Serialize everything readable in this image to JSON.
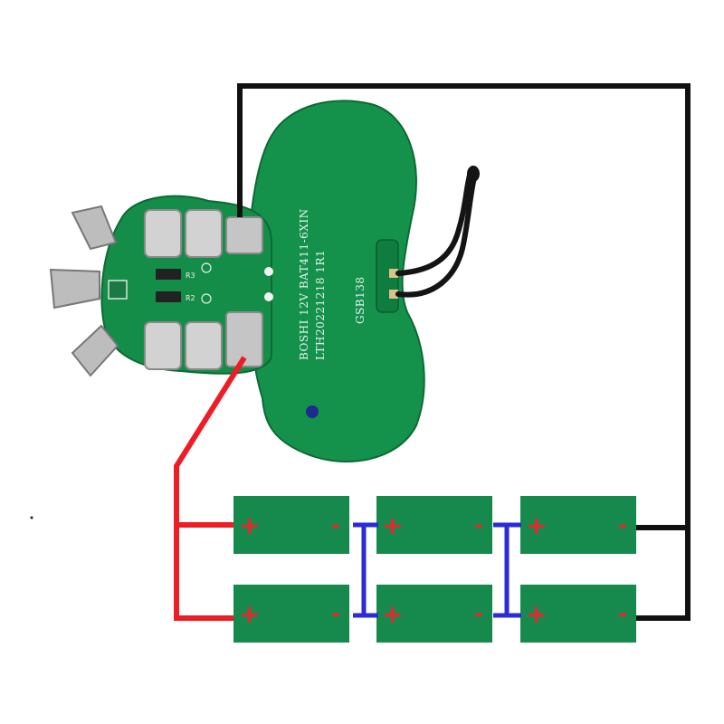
{
  "board": {
    "brand_model": "BOSHI 12V BAT411-6XIN",
    "serial": "LTH20221218 1R1",
    "marking": "GSB138",
    "r3_label": "R3",
    "r2_label": "R2"
  },
  "cell_signs": {
    "positive": "+",
    "negative": "-"
  },
  "cells": [
    {
      "row": 1,
      "col": 1
    },
    {
      "row": 1,
      "col": 2
    },
    {
      "row": 1,
      "col": 3
    },
    {
      "row": 2,
      "col": 1
    },
    {
      "row": 2,
      "col": 2
    },
    {
      "row": 2,
      "col": 3
    }
  ],
  "wires": {
    "positive": {
      "color": "#ee1c25"
    },
    "series_link": {
      "color": "#2b2bd9"
    },
    "negative": {
      "color": "#111111"
    }
  },
  "colors": {
    "pcb": "#14924c",
    "pcb_dark": "#0c6a35",
    "cell": "#168a4d",
    "terminal": "#c8c8c8"
  }
}
